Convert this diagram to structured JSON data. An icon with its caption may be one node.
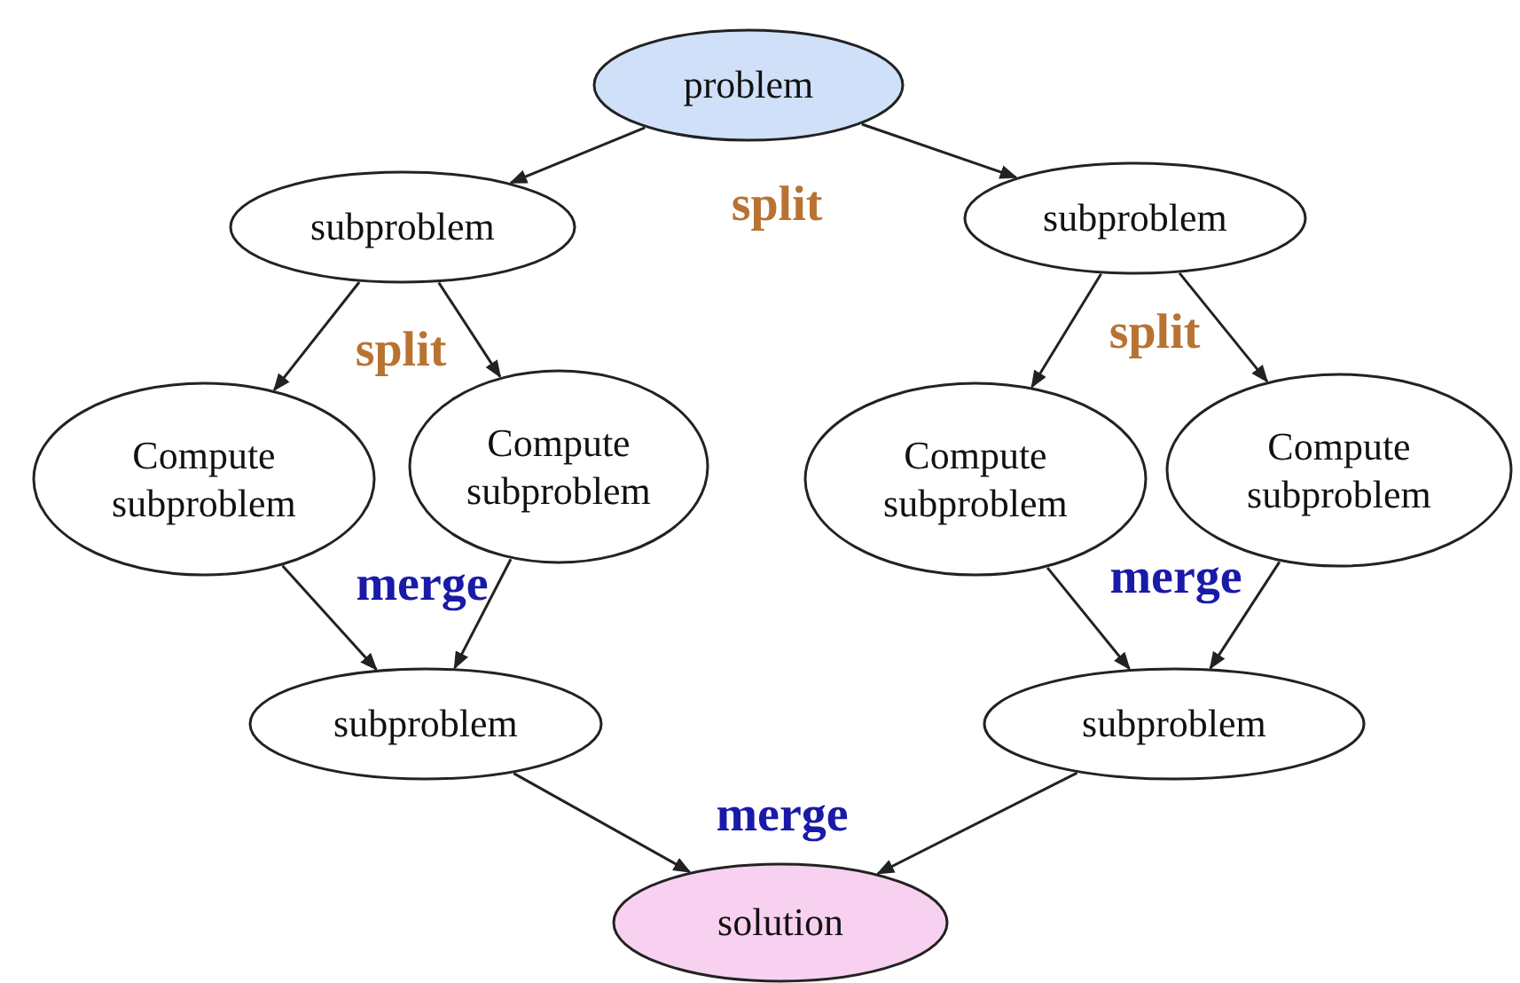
{
  "diagram": {
    "nodes": [
      {
        "text": [
          "problem"
        ]
      },
      {
        "text": [
          "subproblem"
        ]
      },
      {
        "text": [
          "subproblem"
        ]
      },
      {
        "text": [
          "Compute subproblem"
        ]
      },
      {
        "text": [
          "Compute subproblem"
        ]
      },
      {
        "text": [
          "Compute subproblem"
        ]
      },
      {
        "text": [
          "Compute subproblem"
        ]
      },
      {
        "text": [
          "subproblem"
        ]
      },
      {
        "text": [
          "subproblem"
        ]
      },
      {
        "text": [
          "solution"
        ]
      }
    ],
    "edges": [
      {
        "from": 0,
        "to": 1,
        "arrow": "to"
      },
      {
        "from": 0,
        "to": 2,
        "arrow": "to"
      },
      {
        "from": 1,
        "to": 3,
        "arrow": "to"
      },
      {
        "from": 1,
        "to": 4,
        "arrow": "to"
      },
      {
        "from": 2,
        "to": 5,
        "arrow": "to"
      },
      {
        "from": 2,
        "to": 6,
        "arrow": "to"
      },
      {
        "from": 3,
        "to": 7,
        "arrow": "to"
      },
      {
        "from": 4,
        "to": 7,
        "arrow": "to"
      },
      {
        "from": 5,
        "to": 8,
        "arrow": "to"
      },
      {
        "from": 6,
        "to": 8,
        "arrow": "to"
      },
      {
        "from": 7,
        "to": 9,
        "arrow": "to"
      },
      {
        "from": 8,
        "to": 9,
        "arrow": "to"
      }
    ],
    "labels": [
      "split",
      "split",
      "split",
      "merge",
      "merge",
      "merge"
    ]
  }
}
